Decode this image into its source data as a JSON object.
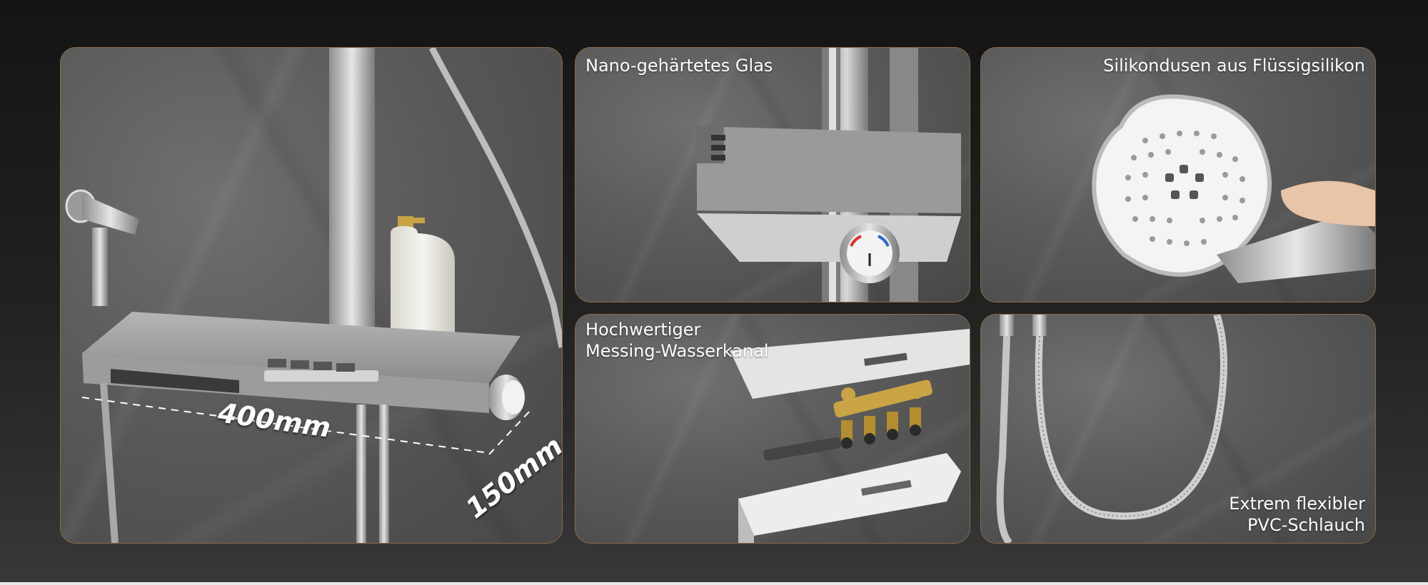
{
  "panels": {
    "main": {
      "dim_width": "400mm",
      "dim_depth": "150mm"
    },
    "glass": {
      "label": "Nano-gehärtetes Glas"
    },
    "nozzles": {
      "label": "Silikondusen aus Flüssigsilikon"
    },
    "brass": {
      "label_line1": "Hochwertiger",
      "label_line2": "Messing-Wasserkanal"
    },
    "hose": {
      "label_line1": "Extrem flexibler",
      "label_line2": "PVC-Schlauch"
    }
  },
  "colors": {
    "frame": "#8a6a45",
    "chrome": "#c9c9c9",
    "brass": "#c9a445"
  }
}
